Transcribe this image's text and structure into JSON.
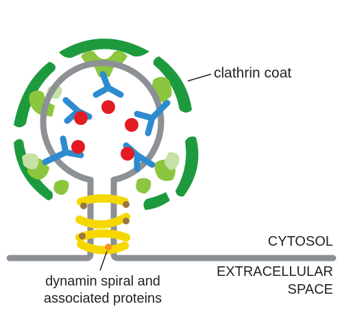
{
  "labels": {
    "clathrin_coat": "clathrin coat",
    "cytosol": "CYTOSOL",
    "extracellular_line1": "EXTRACELLULAR",
    "extracellular_line2": "SPACE",
    "dynamin_line1": "dynamin spiral and",
    "dynamin_line2": "associated proteins"
  },
  "colors": {
    "clathrin_dark": "#1e9a3e",
    "clathrin_light": "#8cc63f",
    "clathrin_pale": "#c5e1a5",
    "membrane": "#8d9196",
    "adaptor": "#2e8bcf",
    "cargo": "#e31b23",
    "dynamin": "#f5d800",
    "dynamin_protein": "#9a7640",
    "dynamin_highlight": "#f7941d",
    "text": "#231f20"
  }
}
